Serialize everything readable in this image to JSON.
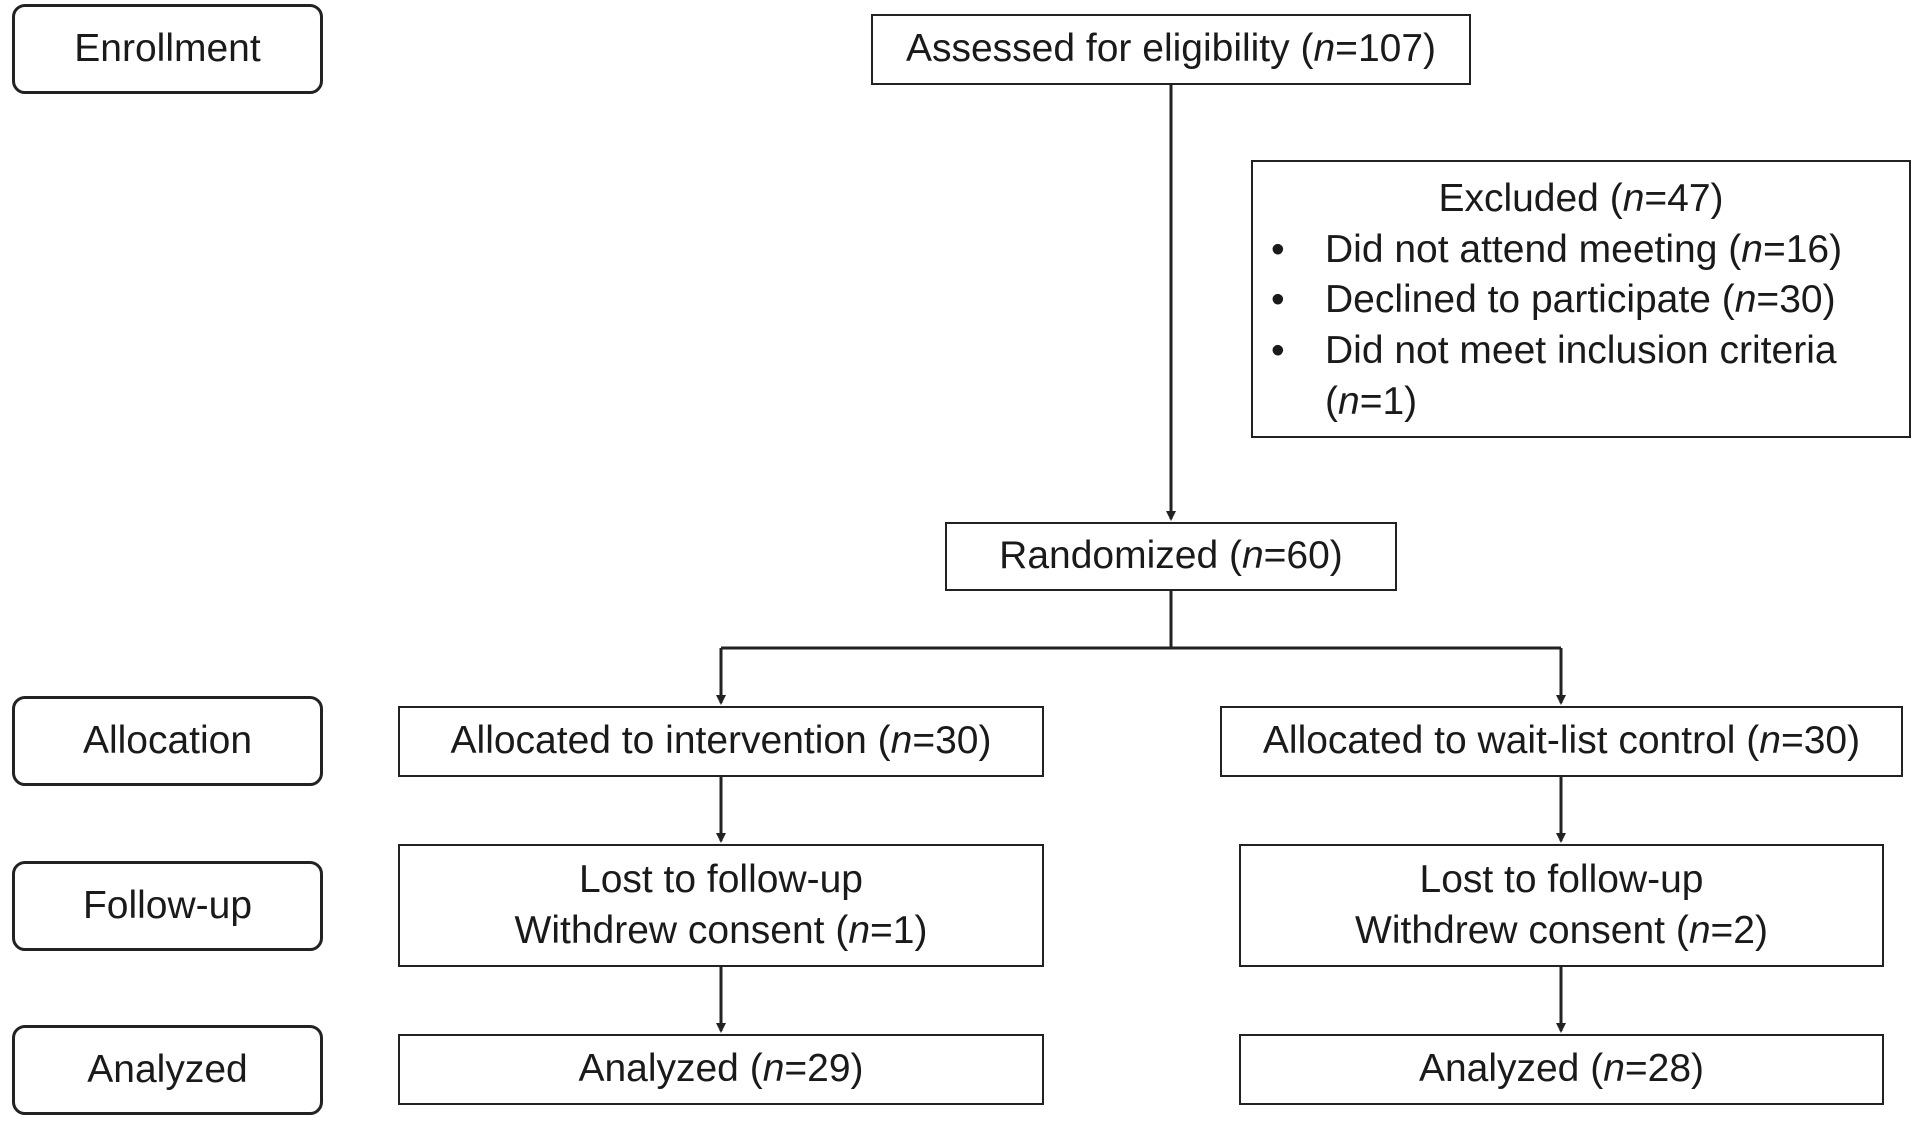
{
  "stages": {
    "enrollment": "Enrollment",
    "allocation": "Allocation",
    "follow_up": "Follow-up",
    "analyzed": "Analyzed"
  },
  "assessed": {
    "label": "Assessed for eligibility (",
    "n": "n",
    "value": "=107)"
  },
  "excluded": {
    "title": {
      "label": "Excluded (",
      "n": "n",
      "value": "=47)"
    },
    "items": [
      {
        "label": "Did not attend meeting (",
        "n": "n",
        "value": "=16)"
      },
      {
        "label": "Declined to participate (",
        "n": "n",
        "value": "=30)"
      },
      {
        "label": "Did not meet inclusion criteria (",
        "n": "n",
        "value": "=1)"
      }
    ]
  },
  "randomized": {
    "label": "Randomized (",
    "n": "n",
    "value": "=60)"
  },
  "arms": [
    {
      "allocated": {
        "label": "Allocated to intervention (",
        "n": "n",
        "value": "=30)"
      },
      "followup_title": "Lost to follow-up",
      "followup": {
        "label": "Withdrew consent (",
        "n": "n",
        "value": "=1)"
      },
      "analyzed": {
        "label": "Analyzed (",
        "n": "n",
        "value": "=29)"
      }
    },
    {
      "allocated": {
        "label": "Allocated to wait-list control (",
        "n": "n",
        "value": "=30)"
      },
      "followup_title": "Lost to follow-up",
      "followup": {
        "label": "Withdrew consent (",
        "n": "n",
        "value": "=2)"
      },
      "analyzed": {
        "label": "Analyzed (",
        "n": "n",
        "value": "=28)"
      }
    }
  ],
  "colors": {
    "line": "#222222",
    "text": "#1a1a1a"
  }
}
